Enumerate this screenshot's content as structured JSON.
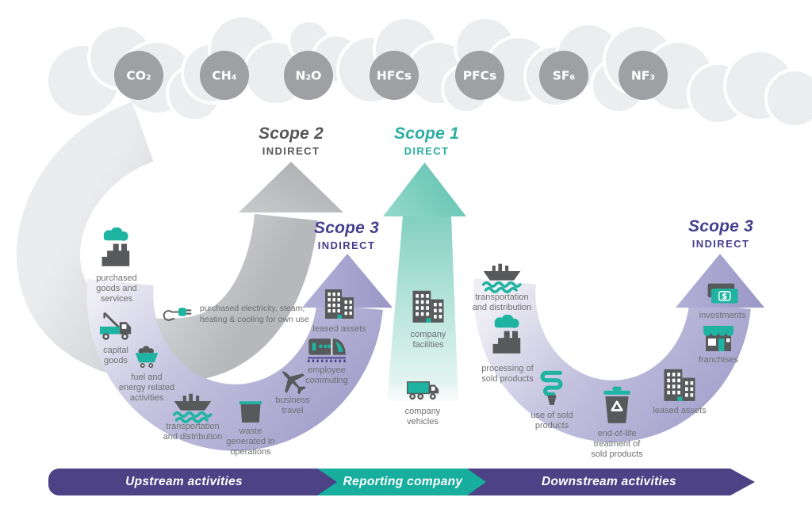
{
  "colors": {
    "teal_banner": "#17AE9E",
    "purple_banner": "#4C4285",
    "scope1_teal_text": "#2BAEA0",
    "scope2_gray_text": "#55565A",
    "scope3_purple_text": "#453F8E",
    "arc_purple": "#A5A2CD",
    "arrow_gray": "#B5B6B9",
    "cloud_gray": "#ECEDEF",
    "gas_circle_gray": "#9EA0A3",
    "icon_dark": "#58595B",
    "icon_teal": "#1FB3A2",
    "label_gray": "#6F7073"
  },
  "gases": [
    "CO₂",
    "CH₄",
    "N₂O",
    "HFCs",
    "PFCs",
    "SF₆",
    "NF₃"
  ],
  "scopes": {
    "scope2": {
      "title": "Scope 2",
      "type": "INDIRECT"
    },
    "scope1": {
      "title": "Scope 1",
      "type": "DIRECT"
    },
    "scope3_upstream": {
      "title": "Scope 3",
      "type": "INDIRECT"
    },
    "scope3_downstream": {
      "title": "Scope 3",
      "type": "INDIRECT"
    }
  },
  "plug_note": {
    "icon": "plug",
    "label": "purchased electricity, steam,\nheating & cooling for own use"
  },
  "items": {
    "upstream": [
      {
        "icon": "factory-cloud",
        "label": "purchased\ngoods and\nservices"
      },
      {
        "icon": "crane-truck",
        "label": "capital\ngoods"
      },
      {
        "icon": "mine-cart",
        "label": "fuel and\nenergy related\nactivities"
      },
      {
        "icon": "ship",
        "label": "transportation\nand distribution"
      },
      {
        "icon": "dumpster",
        "label": "waste\ngenerated in\noperations"
      },
      {
        "icon": "airplane",
        "label": "business\ntravel"
      },
      {
        "icon": "train",
        "label": "employee\ncommuting"
      },
      {
        "icon": "buildings",
        "label": "leased assets"
      }
    ],
    "reporting": [
      {
        "icon": "buildings",
        "label": "company\nfacilities"
      },
      {
        "icon": "truck",
        "label": "company\nvehicles"
      }
    ],
    "downstream": [
      {
        "icon": "ship",
        "label": "transportation\nand distribution"
      },
      {
        "icon": "factory-cloud",
        "label": "processing of\nsold products"
      },
      {
        "icon": "cfl-bulb",
        "label": "use of sold\nproducts"
      },
      {
        "icon": "recycle-bin",
        "label": "end-of-life\ntreatment of\nsold products"
      },
      {
        "icon": "buildings",
        "label": "leased assets"
      },
      {
        "icon": "storefront",
        "label": "franchises"
      },
      {
        "icon": "banknotes",
        "label": "investments"
      }
    ]
  },
  "banner": {
    "upstream": "Upstream activities",
    "reporting": "Reporting company",
    "downstream": "Downstream activities"
  }
}
